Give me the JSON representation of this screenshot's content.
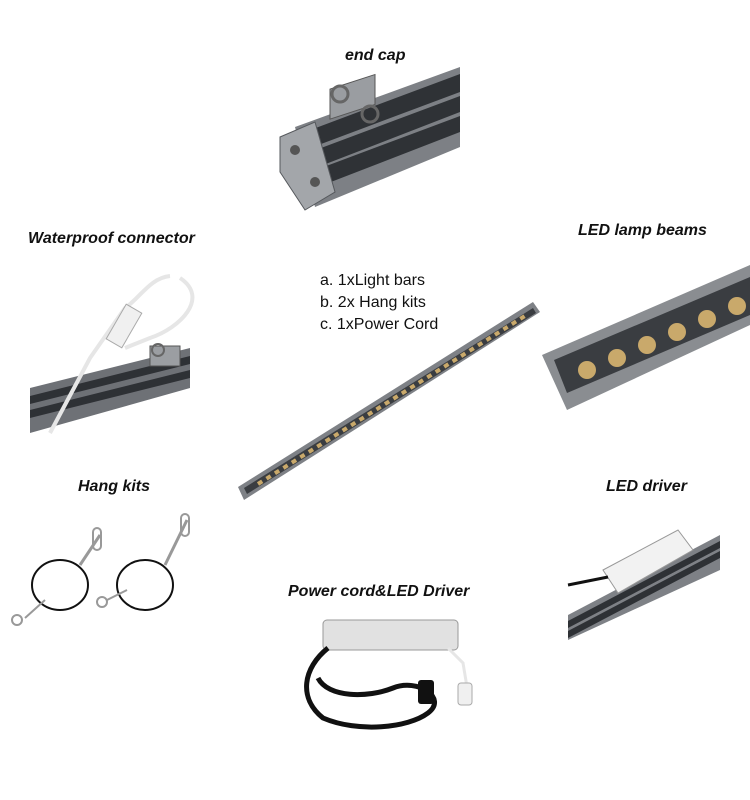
{
  "labels": {
    "end_cap": "end cap",
    "waterproof_connector": "Waterproof connector",
    "led_lamp_beams": "LED  lamp beams",
    "hang_kits": "Hang kits",
    "led_driver": "LED driver",
    "power_cord_driver": "Power cord&LED Driver"
  },
  "contents_list": [
    "a. 1xLight bars",
    "b. 2x Hang kits",
    "c. 1xPower Cord"
  ],
  "colors": {
    "aluminum": "#8a8d91",
    "aluminum_dark": "#3c3f44",
    "led": "#c9a96b",
    "cable": "#111111",
    "white_cable": "#e8e8e8"
  }
}
